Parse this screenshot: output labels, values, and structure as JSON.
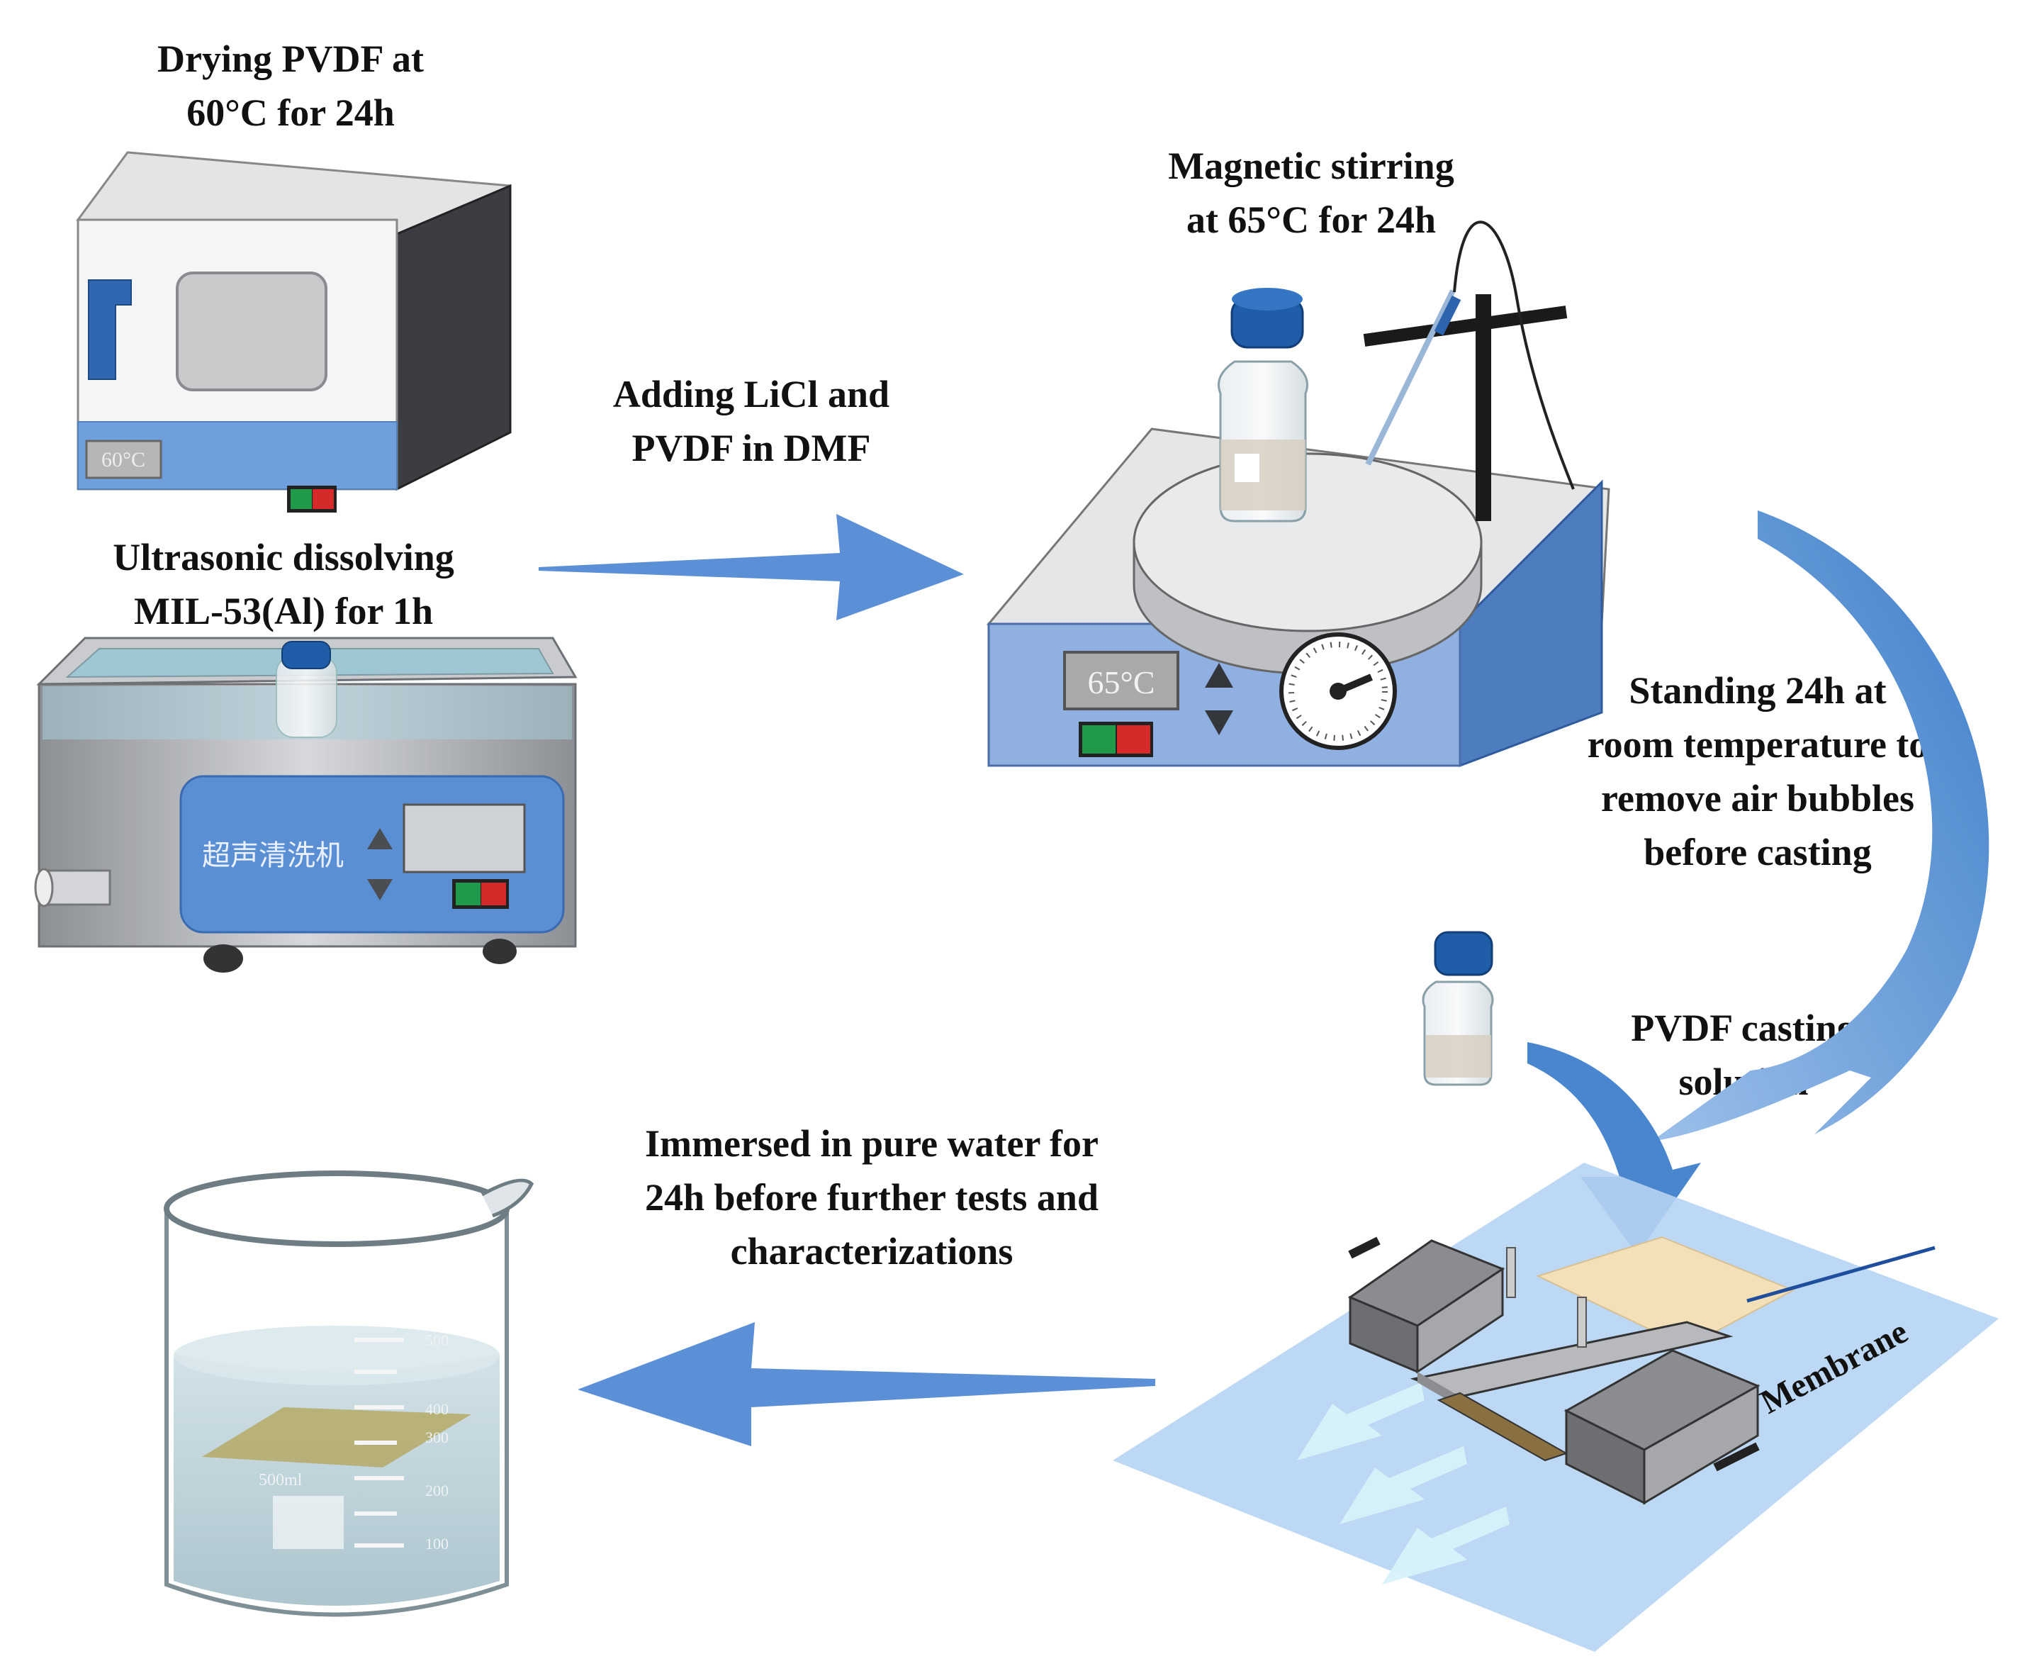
{
  "steps": {
    "drying": "Drying PVDF at\n60°C for 24h",
    "ultrasonic": "Ultrasonic dissolving\nMIL-53(Al) for 1h",
    "adding": "Adding LiCl and\nPVDF in DMF",
    "magnetic": "Magnetic stirring\nat 65°C for 24h",
    "standing": "Standing 24h at\nroom temperature to\nremove air bubbles\nbefore casting",
    "casting": "PVDF casting\nsolution",
    "immersed": "Immersed in pure water for\n24h before further tests and\ncharacterizations"
  },
  "devices": {
    "oven_display": "60°C",
    "stirrer_display": "65°C",
    "cleaner_label": "超声清洗机",
    "membrane_label": "Membrane",
    "beaker_volume": "500ml",
    "beaker_marks": [
      "500",
      "400",
      "300",
      "200",
      "100"
    ]
  },
  "colors": {
    "arrow": "#5b8fd6",
    "device_blue": "#5b8fd3",
    "device_panel": "#8fb0e0",
    "cap_blue": "#1f5da8"
  }
}
